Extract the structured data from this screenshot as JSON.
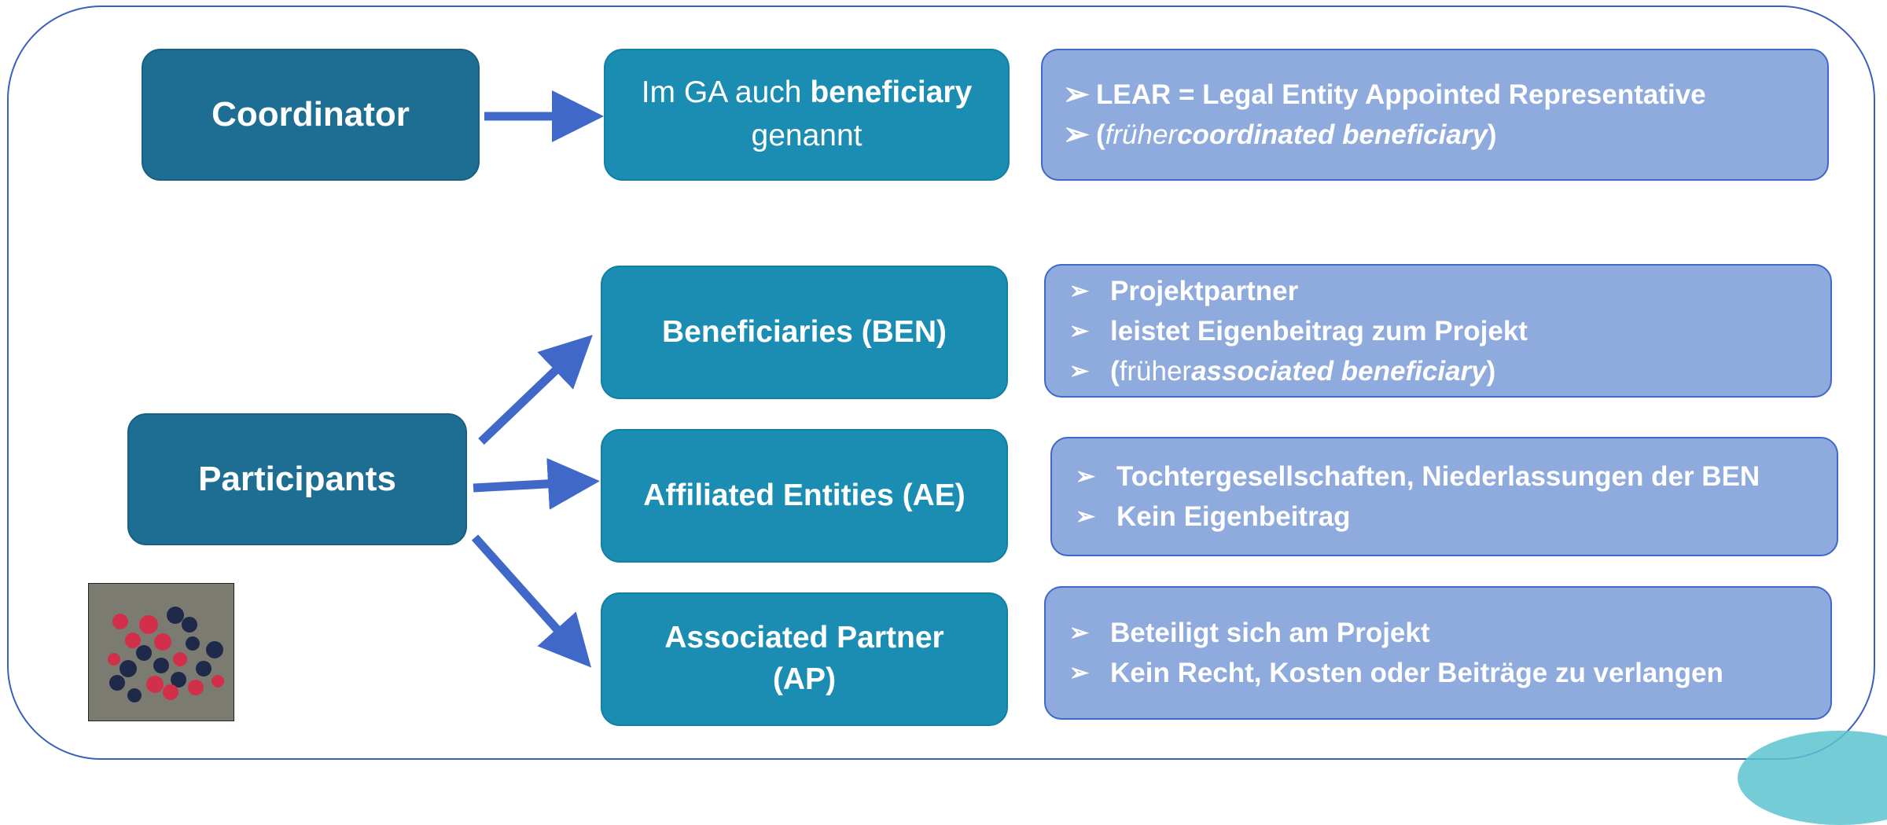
{
  "coordinator": {
    "label": "Coordinator"
  },
  "ga_box": {
    "text_prefix": "Im GA auch ",
    "text_bold": "beneficiary",
    "text_suffix": "genannt"
  },
  "lear_box": {
    "line1": "LEAR = Legal Entity Appointed Representative",
    "line2_open": "(",
    "line2_italic": "früher ",
    "line2_bold_italic": "coordinated beneficiary",
    "line2_close": ")"
  },
  "participants": {
    "label": "Participants"
  },
  "ben_box": {
    "label": "Beneficiaries (BEN)"
  },
  "ben_bullets": {
    "item1": "Projektpartner",
    "item2": "leistet Eigenbeitrag zum Projekt",
    "item3_open": "(",
    "item3_normal": "früher ",
    "item3_bold_italic": "associated beneficiary",
    "item3_close": ")"
  },
  "ae_box": {
    "label": "Affiliated Entities (AE)"
  },
  "ae_bullets": {
    "item1": "Tochtergesellschaften, Niederlassungen der BEN",
    "item2": "Kein Eigenbeitrag"
  },
  "ap_box": {
    "label_line1": "Associated Partner",
    "label_line2": "(AP)"
  },
  "ap_bullets": {
    "item1": "Beteiligt sich am Projekt",
    "item2": "Kein Recht, Kosten oder Beiträge zu verlangen"
  },
  "colors": {
    "dark_box": "#1d6e92",
    "mid_box": "#1b8db2",
    "purple_box": "#8faadd",
    "arrow": "#3f68c7",
    "frame": "#3a5fbf"
  },
  "icons": {
    "bullet": "arrowhead-bullet-icon",
    "photo": "berries-photo"
  }
}
